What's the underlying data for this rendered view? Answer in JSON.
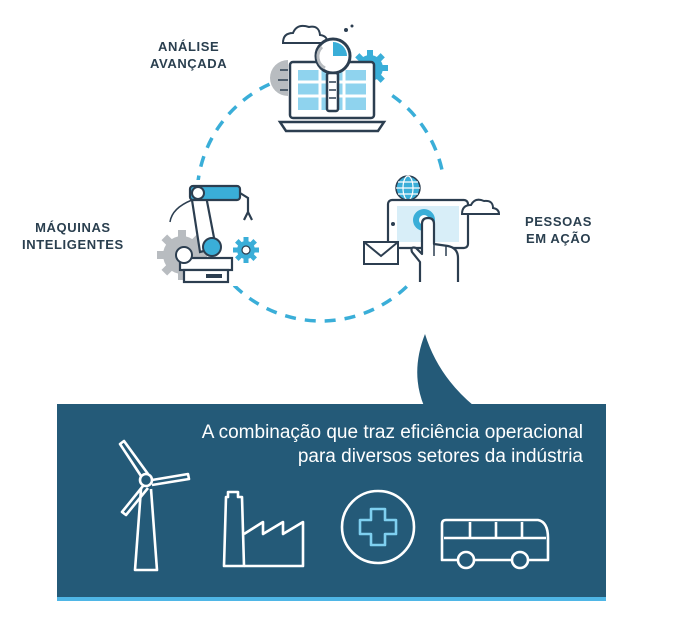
{
  "diagram": {
    "nodes": [
      {
        "id": "analise",
        "lines": [
          "ANÁLISE",
          "AVANÇADA"
        ],
        "icon": "laptop-analytics-icon"
      },
      {
        "id": "maquinas",
        "lines": [
          "MÁQUINAS",
          "INTELIGENTES"
        ],
        "icon": "robotic-arm-icon"
      },
      {
        "id": "pessoas",
        "lines": [
          "PESSOAS",
          "EM AÇÃO"
        ],
        "icon": "touch-tablet-icon"
      }
    ],
    "connector": "dashed-circle"
  },
  "panel": {
    "headline_lines": [
      "A combinação que traz eficiência operacional",
      "para diversos setores da indústria"
    ],
    "icons": [
      "wind-turbine-icon",
      "factory-icon",
      "medical-cross-icon",
      "bus-icon"
    ]
  },
  "colors": {
    "panel_bg": "#245a78",
    "accent": "#3aaed8",
    "icon_dark": "#2c3e50",
    "gray": "#b8bcc0",
    "label_text": "#2a3f4f",
    "panel_underline": "#4fb6e6"
  }
}
